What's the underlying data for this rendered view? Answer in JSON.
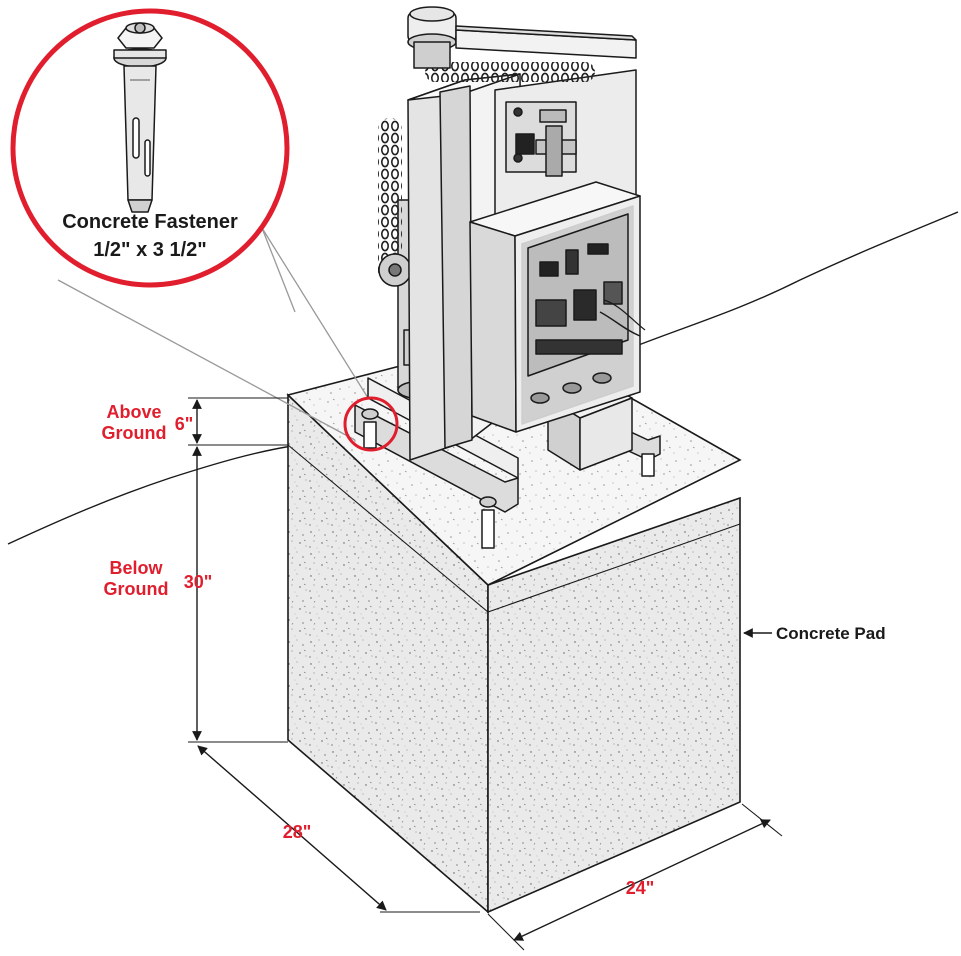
{
  "callout": {
    "title": "Concrete Fastener",
    "size": "1/2\" x 3 1/2\""
  },
  "dimensions": {
    "above_ground_label_1": "Above",
    "above_ground_label_2": "Ground",
    "above_ground_value": "6\"",
    "below_ground_label_1": "Below",
    "below_ground_label_2": "Ground",
    "below_ground_value": "30\"",
    "length_value": "28\"",
    "width_value": "24\""
  },
  "labels": {
    "pad": "Concrete Pad"
  },
  "colors": {
    "accent": "#e01e2d",
    "line": "#1a1a1a",
    "concrete_top": "#f4f4f4",
    "concrete_side": "#e8e8e8",
    "concrete_front": "#e2e2e2"
  }
}
